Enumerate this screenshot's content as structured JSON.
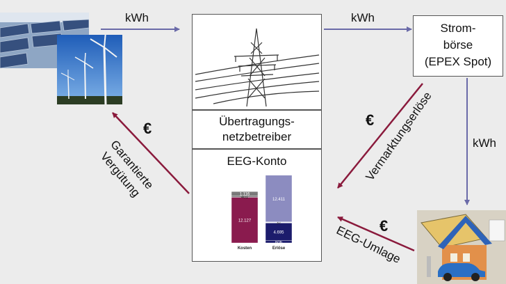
{
  "labels": {
    "kwh_top_left": "kWh",
    "kwh_top_right": "kWh",
    "kwh_right": "kWh",
    "exchange_line1": "Strom-",
    "exchange_line2": "börse",
    "exchange_line3": "(EPEX Spot)",
    "tso_line1": "Übertragungs-",
    "tso_line2": "netzbetreiber",
    "eeg_account": "EEG-Konto",
    "feed_in_line1": "Garantierte",
    "feed_in_line2": "Vergütung",
    "marketing_revenue": "Vermarktungserlöse",
    "eeg_levy": "EEG-Umlage",
    "euro_symbol": "€"
  },
  "icons": {
    "producers": "solar-wind-photo",
    "grid": "power-pylon-icon",
    "consumer": "house-ev-photo"
  },
  "colors": {
    "kwh_arrow": "#6a6aa8",
    "euro_arrow": "#8a1a3c",
    "cost_bar": "#8a1b4e",
    "revenue_light": "#8c8cc0",
    "revenue_dark": "#1c1c6c",
    "top_gray": "#7a7a7a"
  },
  "chart_data": {
    "type": "bar",
    "stacked": true,
    "categories": [
      "Kosten",
      "Erlöse"
    ],
    "series": [
      {
        "column": "Kosten",
        "segments": [
          {
            "value": 12127,
            "label": "12.127"
          },
          {
            "value": 401,
            "label": "401"
          },
          {
            "value": 1116,
            "label": "1.116"
          }
        ]
      },
      {
        "column": "Erlöse",
        "segments": [
          {
            "value": 606,
            "label": "606"
          },
          {
            "value": 4695,
            "label": "4.695"
          },
          {
            "value": 37,
            "label": "37"
          },
          {
            "value": 12411,
            "label": "12.411"
          }
        ]
      }
    ]
  }
}
